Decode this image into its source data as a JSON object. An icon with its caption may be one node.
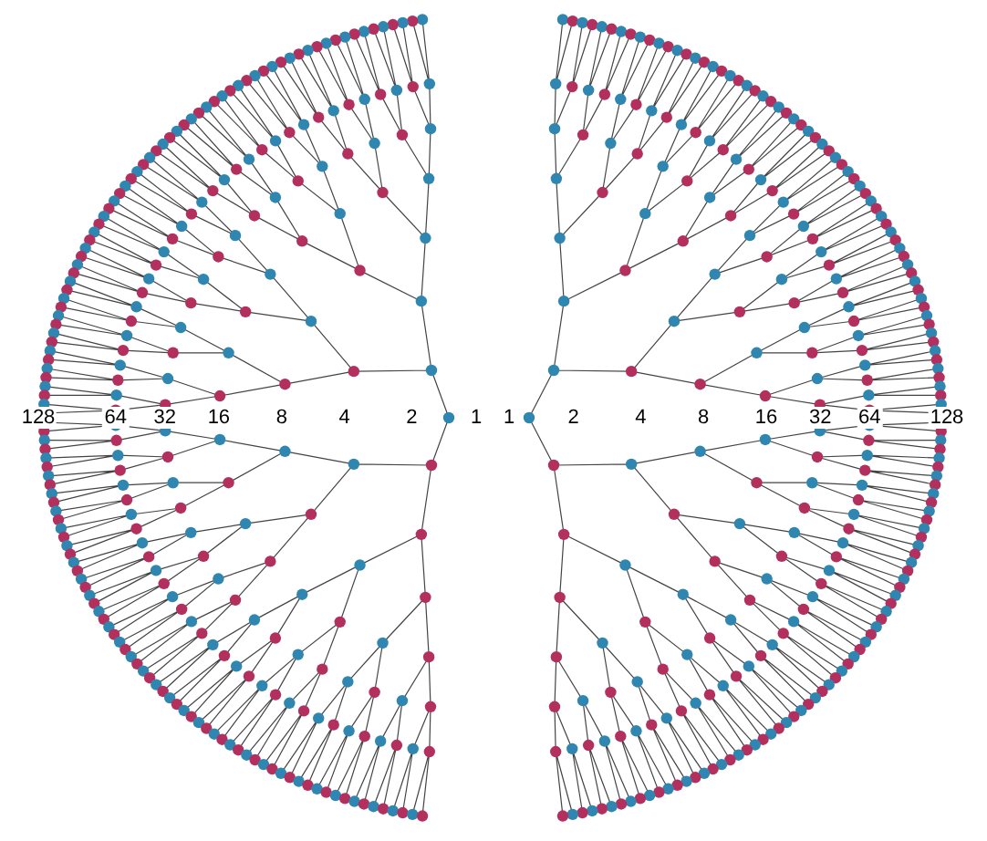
{
  "diagram": {
    "labels": [
      "128",
      "64",
      "32",
      "16",
      "8",
      "4",
      "2",
      "1",
      "1",
      "2",
      "4",
      "8",
      "16",
      "32",
      "64",
      "128"
    ]
  }
}
